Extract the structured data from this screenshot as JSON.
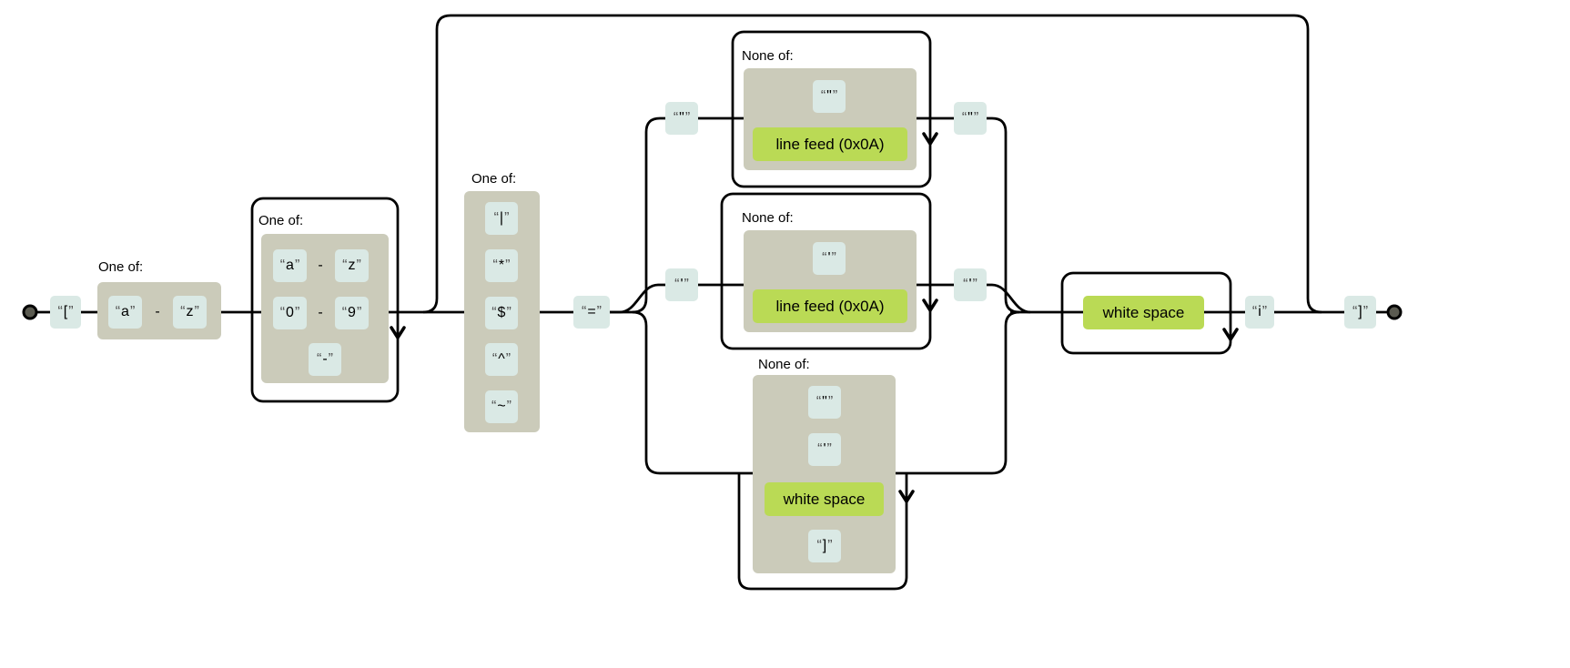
{
  "diagram": {
    "quote_open": "“",
    "quote_close": "”",
    "range_dash": "-",
    "labels": {
      "one_of": "One of:",
      "none_of": "None of:"
    },
    "literals": {
      "open_bracket": "[",
      "close_bracket": "]",
      "a": "a",
      "z": "z",
      "zero": "0",
      "nine": "9",
      "hyphen": "-",
      "pipe": "|",
      "star": "*",
      "dollar": "$",
      "caret": "^",
      "tilde": "~",
      "equals": "=",
      "double_quote": "\"",
      "single_quote": "'",
      "i_flag": "i"
    },
    "escapes": {
      "line_feed": "line feed (0x0A)",
      "white_space": "white space"
    },
    "colors": {
      "literal_box": "#dae9e5",
      "charset_box": "#cbcbba",
      "escape_box": "#bada55",
      "line": "#000000",
      "background": "#ffffff"
    }
  }
}
